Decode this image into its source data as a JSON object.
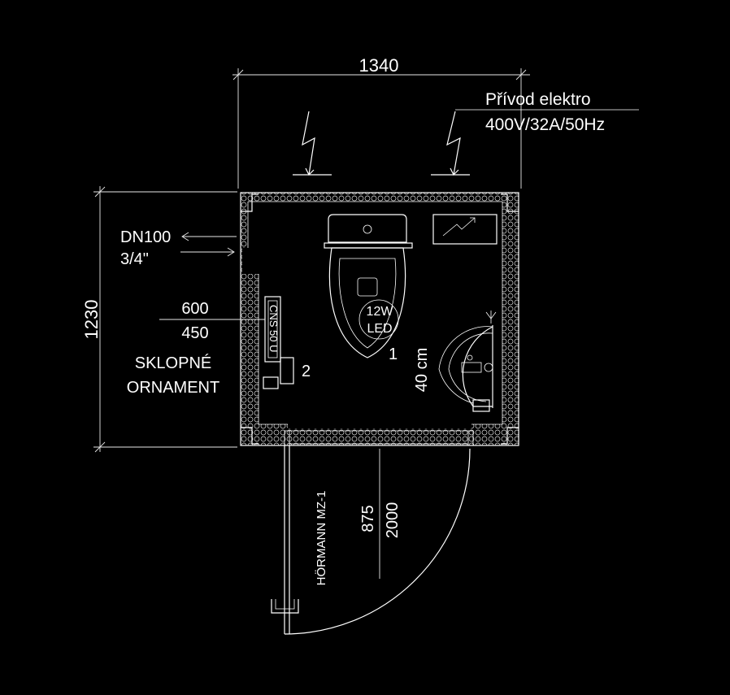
{
  "dimensions": {
    "width": "1340",
    "height": "1230",
    "door_width": "875",
    "door_height": "2000"
  },
  "electrical": {
    "line1": "Přívod elektro",
    "line2": "400V/32A/50Hz"
  },
  "plumbing": {
    "drain": "DN100",
    "supply": "3/4\""
  },
  "rail": {
    "length": "600",
    "length2": "450",
    "label": "CNS 50 U",
    "note1": "SKLOPNÉ",
    "note2": "ORNAMENT"
  },
  "fixtures": {
    "light_power": "12W",
    "light_type": "LED",
    "wc_number": "1",
    "rail_number": "2",
    "basin_height": "40 cm"
  },
  "door": {
    "model": "HÖRMANN MZ-1"
  }
}
